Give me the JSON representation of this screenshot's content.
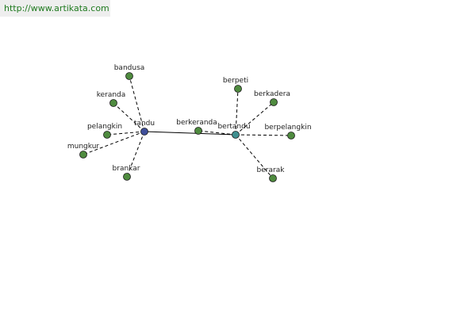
{
  "header": {
    "url_text": "http://www.artikata.com"
  },
  "colors": {
    "background": "#ffffff",
    "url_bar": "#eeeeee",
    "url_text": "#1f7a1f",
    "leaf_node": "#4f8b3f",
    "root_node": "#3f4f9a",
    "hub_node": "#3f8f8f",
    "edge": "#000000"
  },
  "graph": {
    "nodes": [
      {
        "id": "tandu",
        "label": "tandu",
        "kind": "root"
      },
      {
        "id": "bertandu",
        "label": "bertandu",
        "kind": "hub"
      },
      {
        "id": "berkeranda",
        "label": "berkeranda",
        "kind": "leaf"
      },
      {
        "id": "bandusa",
        "label": "bandusa",
        "kind": "leaf"
      },
      {
        "id": "keranda",
        "label": "keranda",
        "kind": "leaf"
      },
      {
        "id": "pelangkin",
        "label": "pelangkin",
        "kind": "leaf"
      },
      {
        "id": "mungkur",
        "label": "mungkur",
        "kind": "leaf"
      },
      {
        "id": "brankar",
        "label": "brankar",
        "kind": "leaf"
      },
      {
        "id": "berpeti",
        "label": "berpeti",
        "kind": "leaf"
      },
      {
        "id": "berkadera",
        "label": "berkadera",
        "kind": "leaf"
      },
      {
        "id": "berpelangkin",
        "label": "berpelangkin",
        "kind": "leaf"
      },
      {
        "id": "berarak",
        "label": "berarak",
        "kind": "leaf"
      }
    ],
    "edges": [
      {
        "from": "tandu",
        "to": "bertandu",
        "style": "solid"
      },
      {
        "from": "tandu",
        "to": "bandusa",
        "style": "dashed"
      },
      {
        "from": "tandu",
        "to": "keranda",
        "style": "dashed"
      },
      {
        "from": "tandu",
        "to": "pelangkin",
        "style": "dashed"
      },
      {
        "from": "tandu",
        "to": "mungkur",
        "style": "dashed"
      },
      {
        "from": "tandu",
        "to": "brankar",
        "style": "dashed"
      },
      {
        "from": "bertandu",
        "to": "berkeranda",
        "style": "dashed"
      },
      {
        "from": "bertandu",
        "to": "berpeti",
        "style": "dashed"
      },
      {
        "from": "bertandu",
        "to": "berkadera",
        "style": "dashed"
      },
      {
        "from": "bertandu",
        "to": "berpelangkin",
        "style": "dashed"
      },
      {
        "from": "bertandu",
        "to": "berarak",
        "style": "dashed"
      }
    ]
  }
}
